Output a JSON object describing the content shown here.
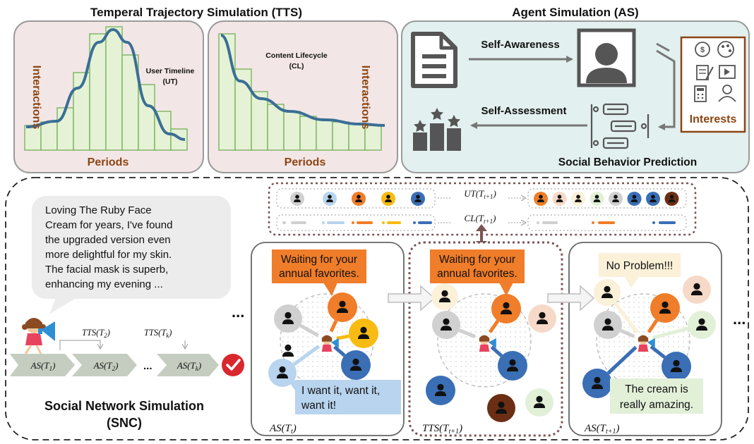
{
  "colors": {
    "brown": "#8b4513",
    "bar_fill": "#e5f2d6",
    "bar_stroke": "#7cb462",
    "curve": "#3a6f95",
    "orange": "#f07d29",
    "yellow": "#f7bb12",
    "blue": "#3a6eb5",
    "lightblue": "#b8d4ee",
    "gray": "#d0d0d0",
    "peach": "#f6d9c8",
    "cream": "#fbf0d8",
    "lightgreen": "#e2f0d8",
    "darkbrown": "#6b2e14",
    "dotted_border": "#7a5454",
    "tts_bg": "#f3e6e6",
    "as_bg": "#e2f0ef",
    "check_red": "#d9272e"
  },
  "tts": {
    "title": "Temperal Trajectory Simulation (TTS)",
    "ut_label": "User Timeline",
    "ut_abbr": "(UT)",
    "cl_label": "Content Lifecycle",
    "cl_abbr": "(CL)",
    "axis_y": "Interactions",
    "axis_x": "Periods"
  },
  "as": {
    "title": "Agent Simulation (AS)",
    "self_awareness": "Self-Awareness",
    "self_assessment": "Self-Assessment",
    "interests": "Interests",
    "social_behavior": "Social Behavior Prediction"
  },
  "snc": {
    "speech_lines": [
      "Loving The Ruby Face",
      "Cream for years, I've found",
      "the upgraded version even",
      "more delightful for my skin.",
      "The facial mask is superb,",
      "enhancing my evening ..."
    ],
    "title_line1": "Social Network Simulation",
    "title_line2": "(SNC)",
    "tts_t2": "TTS(T",
    "tts_t2_sub": "2",
    "tts_tk": "TTS(T",
    "tts_tk_sub": "k",
    "as_t1": "AS(T",
    "as_t1_sub": "1",
    "as_t2": "AS(T",
    "as_t2_sub": "2",
    "as_tk": "AS(T",
    "as_tk_sub": "k",
    "chain_dots": "...",
    "ellipsis": "...",
    "ut_next": "UT(T",
    "cl_next": "CL(T",
    "next_sub": "t+1"
  },
  "panels": {
    "p1_bubble_l1": "Waiting for your",
    "p1_bubble_l2": "annual favorites.",
    "p1_reply_l1": "I want it, want it,",
    "p1_reply_l2": "want it!",
    "p1_label": "AS(T",
    "p1_label_sub": "t",
    "p2_bubble_l1": "Waiting for your",
    "p2_bubble_l2": "annual favorites.",
    "p2_label": "TTS(T",
    "p2_label_sub": "t+1",
    "p3_bubble": "No Problem!!!",
    "p3_reply_l1": "The cream is",
    "p3_reply_l2": "really amazing.",
    "p3_label": "AS(T",
    "p3_label_sub": "t+1"
  },
  "icons": [
    "document-icon",
    "person-icon",
    "money-icon",
    "palette-icon",
    "writing-icon",
    "video-icon",
    "calculator-icon",
    "sports-icon",
    "ranking-icon",
    "flowchart-icon",
    "user-icon",
    "promoter-icon",
    "check-icon"
  ]
}
